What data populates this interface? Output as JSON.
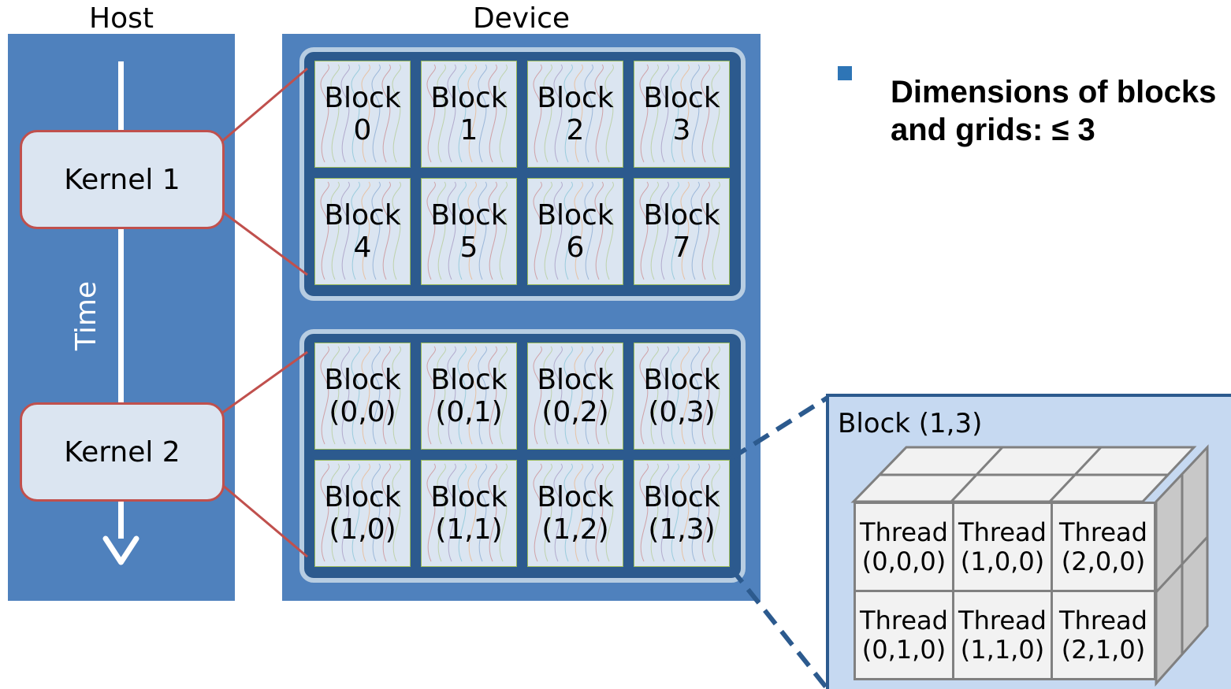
{
  "host": {
    "label": "Host"
  },
  "device": {
    "label": "Device"
  },
  "timeline": {
    "label": "Time"
  },
  "kernels": [
    {
      "label": "Kernel 1"
    },
    {
      "label": "Kernel 2"
    }
  ],
  "grid1": {
    "blocks": [
      {
        "title": "Block",
        "index": "0"
      },
      {
        "title": "Block",
        "index": "1"
      },
      {
        "title": "Block",
        "index": "2"
      },
      {
        "title": "Block",
        "index": "3"
      },
      {
        "title": "Block",
        "index": "4"
      },
      {
        "title": "Block",
        "index": "5"
      },
      {
        "title": "Block",
        "index": "6"
      },
      {
        "title": "Block",
        "index": "7"
      }
    ]
  },
  "grid2": {
    "blocks": [
      {
        "title": "Block",
        "index": "(0,0)"
      },
      {
        "title": "Block",
        "index": "(0,1)"
      },
      {
        "title": "Block",
        "index": "(0,2)"
      },
      {
        "title": "Block",
        "index": "(0,3)"
      },
      {
        "title": "Block",
        "index": "(1,0)"
      },
      {
        "title": "Block",
        "index": "(1,1)"
      },
      {
        "title": "Block",
        "index": "(1,2)"
      },
      {
        "title": "Block",
        "index": "(1,3)"
      }
    ]
  },
  "bullet": {
    "line1": "Dimensions of blocks",
    "line2": "and grids: ≤ 3"
  },
  "zoom": {
    "title": "Block (1,3)",
    "threads": [
      {
        "title": "Thread",
        "index": "(0,0,0)"
      },
      {
        "title": "Thread",
        "index": "(1,0,0)"
      },
      {
        "title": "Thread",
        "index": "(2,0,0)"
      },
      {
        "title": "Thread",
        "index": "(0,1,0)"
      },
      {
        "title": "Thread",
        "index": "(1,1,0)"
      },
      {
        "title": "Thread",
        "index": "(2,1,0)"
      }
    ]
  },
  "colors": {
    "panel": "#4f81bd",
    "kernel_border": "#c0504d",
    "block_fill": "#dbe5f1",
    "zoom_fill": "#c6d9f1",
    "bullet": "#2e75b6"
  }
}
